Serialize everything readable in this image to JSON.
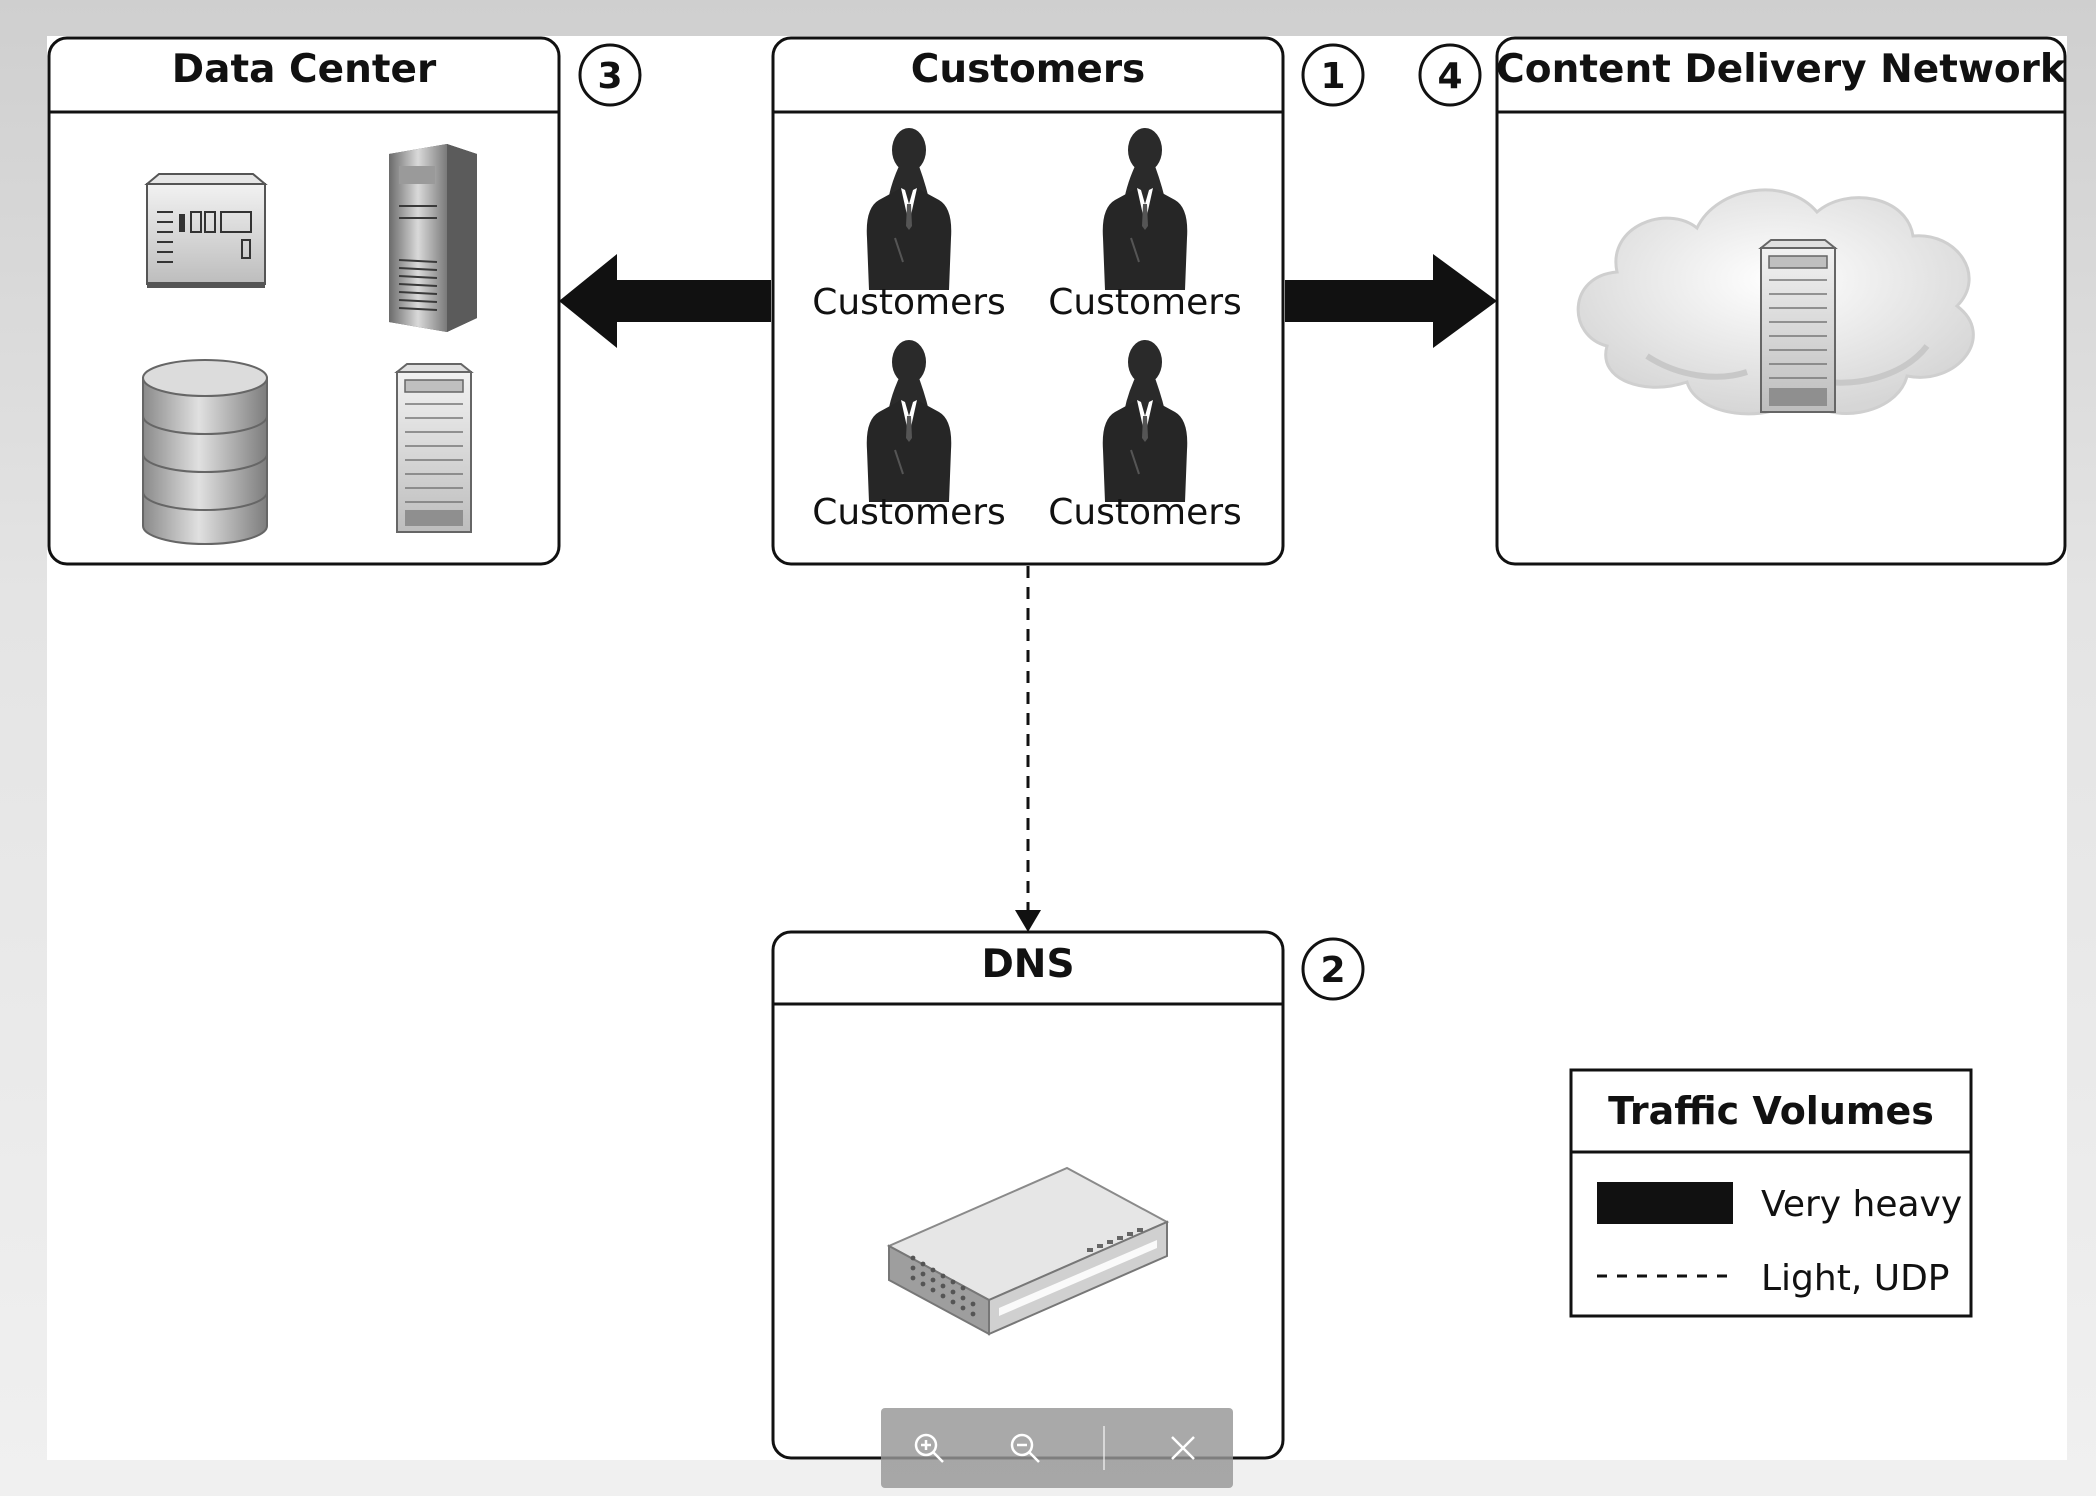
{
  "nodes": {
    "data_center": {
      "title": "Data Center",
      "badge": "3"
    },
    "customers": {
      "title": "Customers",
      "badge": "1",
      "people": [
        "Customers",
        "Customers",
        "Customers",
        "Customers"
      ]
    },
    "cdn": {
      "title": "Content Delivery Network",
      "badge": "4"
    },
    "dns": {
      "title": "DNS",
      "badge": "2"
    }
  },
  "legend": {
    "title": "Traffic Volumes",
    "items": [
      {
        "label": "Very heavy",
        "style": "solid-thick"
      },
      {
        "label": "Light, UDP",
        "style": "dashed"
      }
    ]
  },
  "colors": {
    "ink": "#111111",
    "panel": "#ffffff",
    "toolbar": "#969696"
  },
  "toolbar": {
    "icons": [
      "zoom-in-icon",
      "zoom-out-icon",
      "close-icon"
    ]
  }
}
